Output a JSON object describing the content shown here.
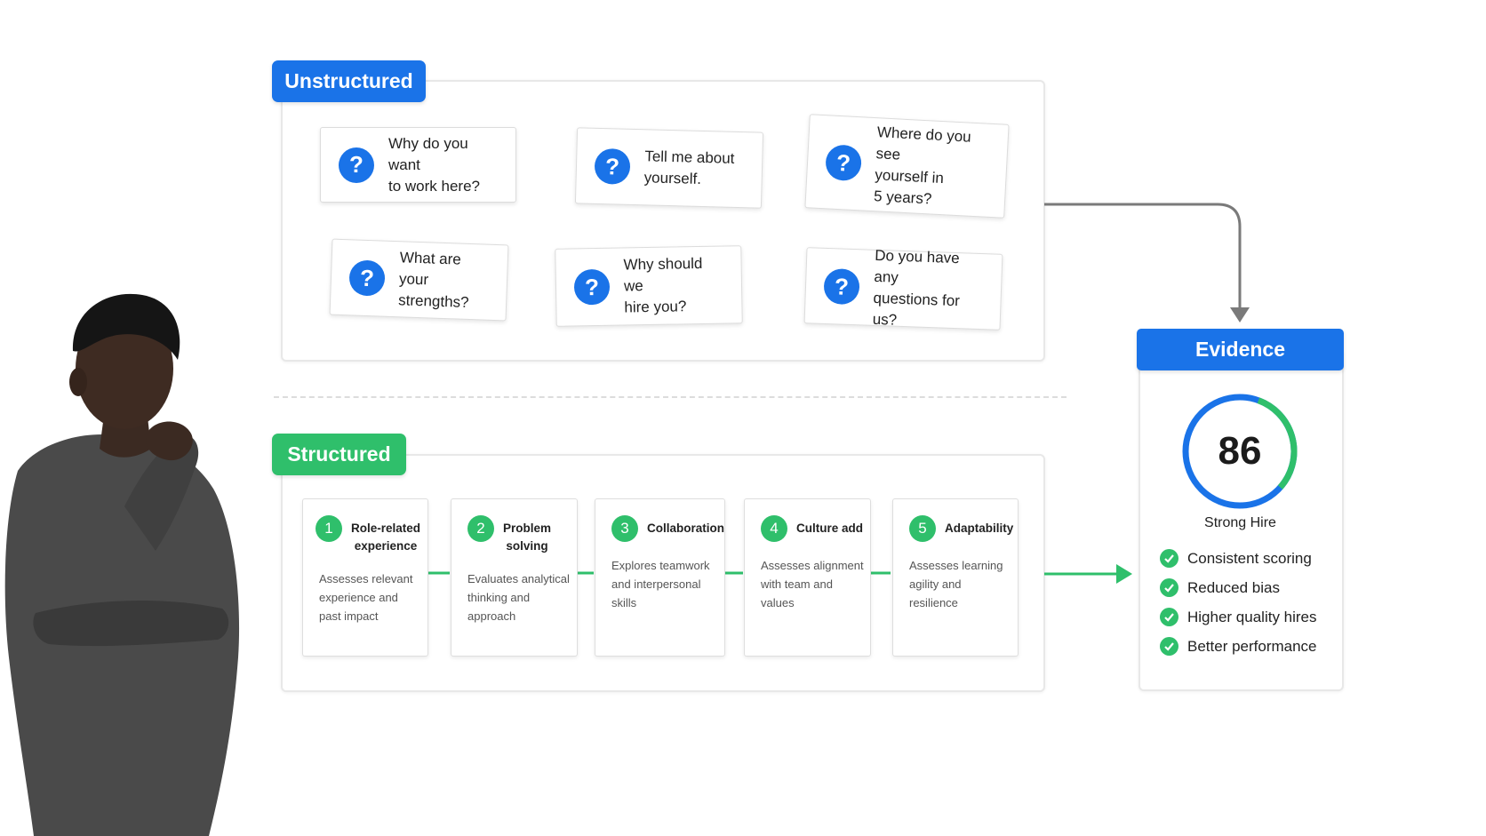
{
  "unstructured": {
    "label": "Unstructured",
    "questions": [
      "Why do you want\nto work here?",
      "Tell me about\nyourself.",
      "Where do you see\nyourself in\n5 years?",
      "What are your\nstrengths?",
      "Why should we\nhire you?",
      "Do you have any\nquestions for us?"
    ]
  },
  "structured": {
    "label": "Structured",
    "steps": [
      {
        "num": "1",
        "title": "Role-related\nexperience",
        "desc": "Assesses relevant\nexperience and\npast impact"
      },
      {
        "num": "2",
        "title": "Problem\nsolving",
        "desc": "Evaluates analytical\nthinking and\napproach"
      },
      {
        "num": "3",
        "title": "Collaboration",
        "desc": "Explores teamwork\nand interpersonal\nskills"
      },
      {
        "num": "4",
        "title": "Culture add",
        "desc": "Assesses alignment\nwith team and\nvalues"
      },
      {
        "num": "5",
        "title": "Adaptability",
        "desc": "Assesses learning\nagility and\nresilience"
      }
    ]
  },
  "evidence": {
    "label": "Evidence",
    "score": "86",
    "score_fraction": 0.86,
    "verdict": "Strong Hire",
    "benefits": [
      "Consistent scoring",
      "Reduced bias",
      "Higher quality hires",
      "Better performance"
    ]
  },
  "icons": {
    "question": "question-icon",
    "check": "check-icon",
    "person": "thinking-person-illustration"
  },
  "colors": {
    "blue": "#1a73e8",
    "green": "#2fbf6b",
    "arrow_gray": "#7a7a7a"
  }
}
